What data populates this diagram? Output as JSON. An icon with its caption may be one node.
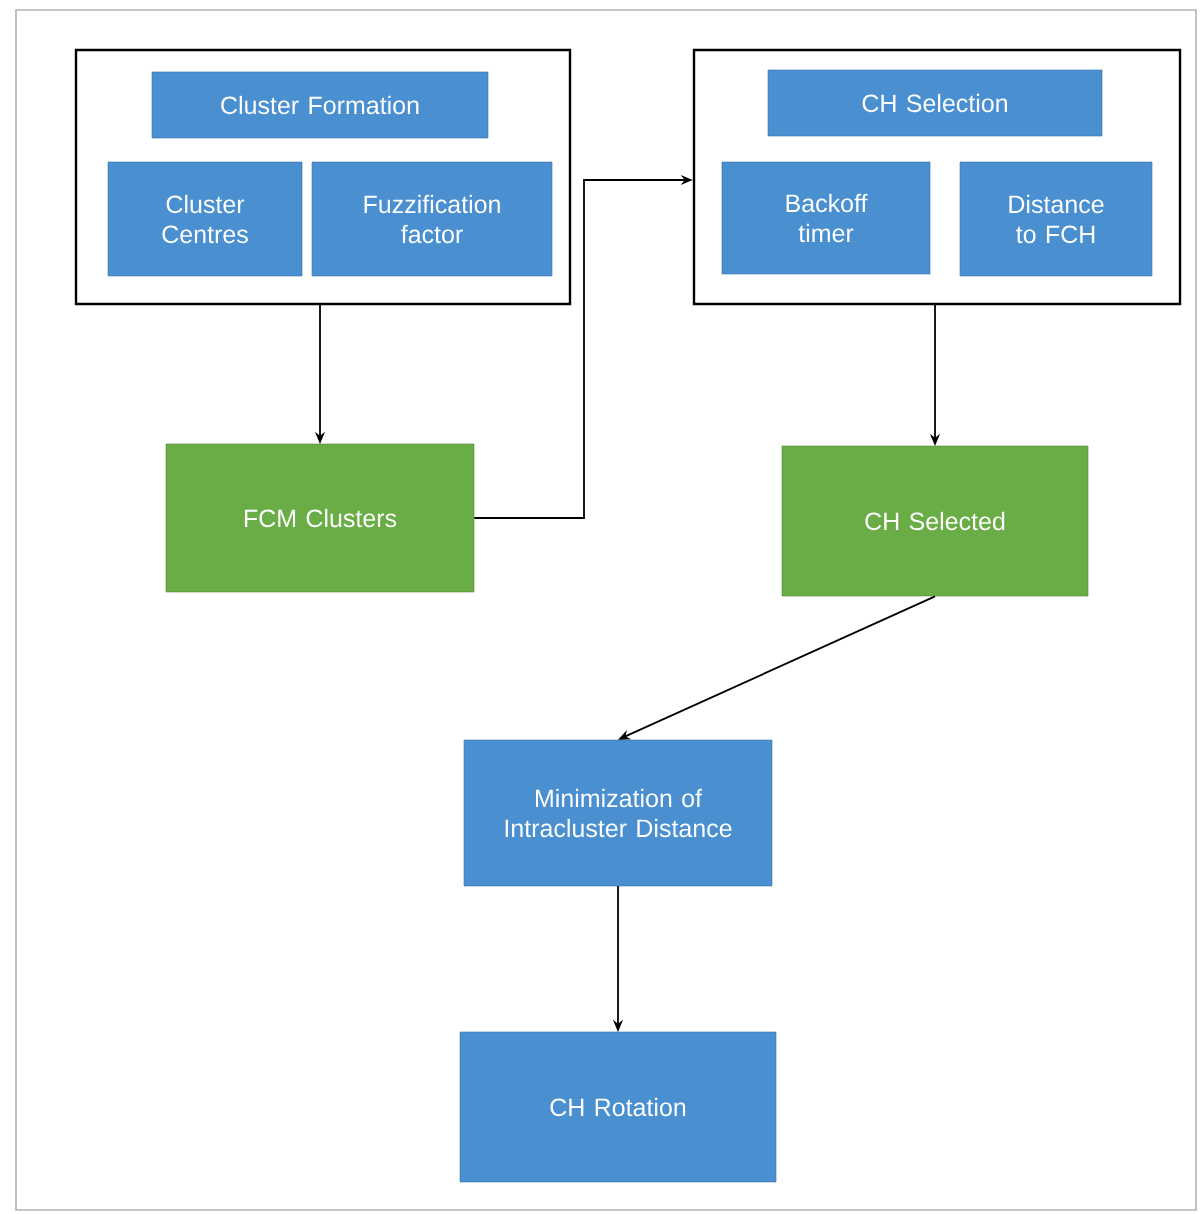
{
  "diagram": {
    "nodes": [
      {
        "text": [],
        "shape": "box"
      },
      {
        "text": [
          "Cluster Formation"
        ],
        "in": 0
      },
      {
        "text": [
          "Cluster Centres"
        ],
        "in": 0
      },
      {
        "text": [
          "Fuzzification factor"
        ],
        "in": 0
      },
      {
        "text": [],
        "shape": "box"
      },
      {
        "text": [
          "CH Selection"
        ],
        "in": 4
      },
      {
        "text": [
          "Backoff timer"
        ],
        "in": 4
      },
      {
        "text": [
          "Distance to FCH"
        ],
        "in": 4
      },
      {
        "text": [
          "FCM Clusters"
        ]
      },
      {
        "text": [
          "CH Selected"
        ]
      },
      {
        "text": [
          "Minimization of Intracluster Distance"
        ]
      },
      {
        "text": [
          "CH Rotation"
        ]
      }
    ],
    "edges": [
      {
        "from": 0,
        "to": 8,
        "arrow": "to"
      },
      {
        "from": 8,
        "to": 4,
        "arrow": "to"
      },
      {
        "from": 4,
        "to": 9,
        "arrow": "to"
      },
      {
        "from": 9,
        "to": 10,
        "arrow": "to"
      },
      {
        "from": 10,
        "to": 11,
        "arrow": "to"
      }
    ]
  }
}
